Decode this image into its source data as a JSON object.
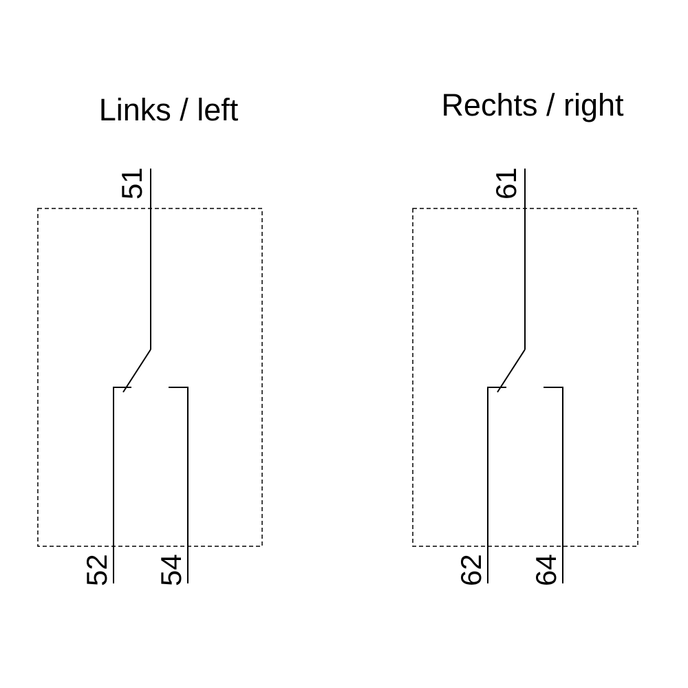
{
  "left_unit": {
    "title": "Links / left",
    "common_terminal": "51",
    "nc_terminal": "52",
    "no_terminal": "54"
  },
  "right_unit": {
    "title": "Rechts / right",
    "common_terminal": "61",
    "nc_terminal": "62",
    "no_terminal": "64"
  }
}
